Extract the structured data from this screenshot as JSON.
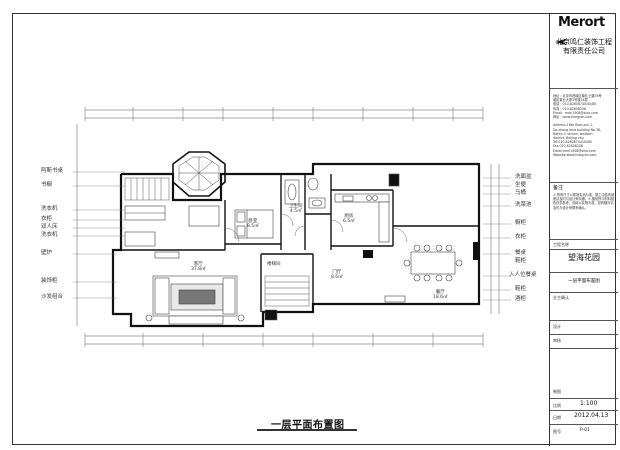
{
  "plan": {
    "title": "一层平面布置图",
    "left_labels": [
      "洗衣机",
      "衣柜",
      "双人床",
      "洗衣机",
      "壁炉",
      "装饰柜",
      "沙发组合"
    ],
    "left_top_labels": [
      "阿斯书桌",
      "书橱"
    ],
    "right_labels": [
      "洗面盆",
      "坐便",
      "马桶",
      "洗菜池",
      "橱柜",
      "衣柜",
      "餐桌",
      "鞋柜"
    ],
    "right_labels2": [
      "入人位餐桌",
      "鞋柜",
      "酒柜"
    ],
    "rooms": {
      "bedroom": "卧室\n8.5㎡",
      "bath": "卫生间\n4.5㎡",
      "kitchen": "厨房\n6.5㎡",
      "living": "客厅\n37.8㎡",
      "stair": "楼梯间",
      "dining": "餐厅\n18.6㎡",
      "hall": "门厅\n8.6㎡"
    }
  },
  "title_block": {
    "logo": "Merort",
    "company": "北京鸣仁装饰工程有限责任公司",
    "address": "地址：北京市西城区南礼士路36号\n城区置业大厦1号楼16层\n电话：010-82608740/40/80\n传真：010-82608208\nEmail：meri1908@sina.com\n网址：www.hiargron.com\n\nAddress:16th floor,ouil 1,\nDa zhong land building No.36,\nNanhu li shinan, western\ndistrict, Beijing city.\nTel:010-82608740/40/80\nFax:010-82608208\nEmail:meri1908@sina.com\nWebsite:www.hiargron.com",
    "notes_heading": "备注",
    "notes": "①.所有尺寸以现场实测为准，施工中若有误差请及时与设计师沟通。②.图纸所示材料颜色仅供参考，具体以实物为准，如有疑问请及时与设计师联系确认。",
    "project_label": "工程名称",
    "project": "望海花园",
    "drawing_name": "一层平面布置图",
    "confirm_label": "业主确认",
    "rows": [
      {
        "k": "设计",
        "v": ""
      },
      {
        "k": "审核",
        "v": ""
      },
      {
        "k": "制图",
        "v": ""
      },
      {
        "k": "比例",
        "v": "1:100"
      },
      {
        "k": "日期",
        "v": "2012.04.13"
      },
      {
        "k": "图号",
        "v": "P-01"
      }
    ]
  }
}
